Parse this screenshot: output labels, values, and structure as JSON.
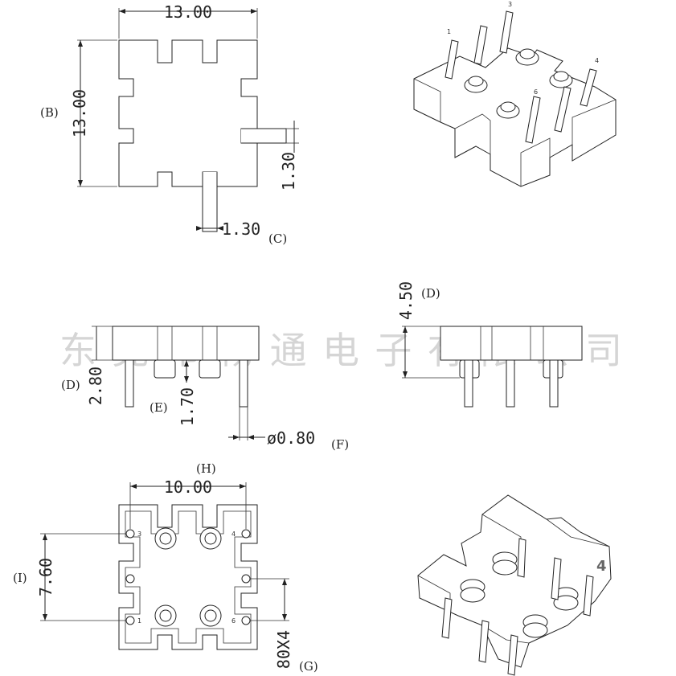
{
  "dimensions": {
    "top_width": "13.00",
    "top_height": "13.00",
    "tab_right": "1.30",
    "tab_bottom": "1.30",
    "side_body": "2.80",
    "side_standoff": "1.70",
    "pin_dia": "ø0.80",
    "total_height": "4.50",
    "pin_span_x": "10.00",
    "pin_span_y": "7.60",
    "pin_pitch": "80X4"
  },
  "labels": {
    "b": "(B)",
    "c": "(C)",
    "d1": "(D)",
    "d2": "(D)",
    "e": "(E)",
    "f": "(F)",
    "g": "(G)",
    "h": "(H)",
    "i": "(I)"
  },
  "pins_iso": [
    "1",
    "3",
    "4",
    "6"
  ],
  "pins_bottom": [
    "3",
    "4",
    "1",
    "6"
  ],
  "iso_marker": "4",
  "watermark": "东莞市畅通电子有限公司"
}
